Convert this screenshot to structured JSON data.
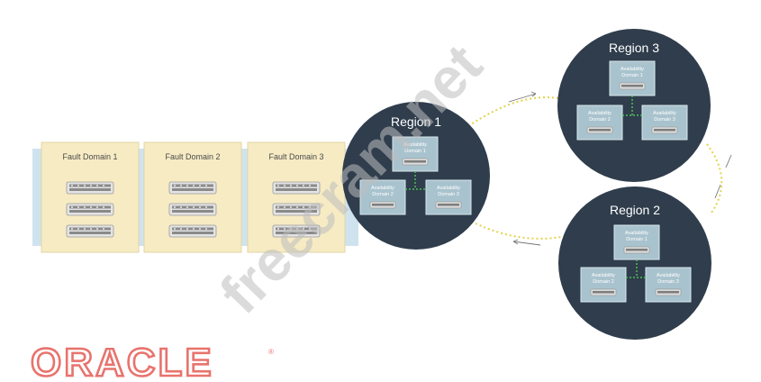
{
  "fault_domains": [
    {
      "label": "Fault Domain 1"
    },
    {
      "label": "Fault Domain 2"
    },
    {
      "label": "Fault Domain 3"
    }
  ],
  "regions": [
    {
      "name": "Region 1",
      "domains": [
        [
          "Availability",
          "Domain 1"
        ],
        [
          "Availability",
          "Domain 2"
        ],
        [
          "Availability",
          "Domain 3"
        ]
      ]
    },
    {
      "name": "Region 2",
      "domains": [
        [
          "Availability",
          "Domain 1"
        ],
        [
          "Availability",
          "Domain 2"
        ],
        [
          "Availability",
          "Domain 3"
        ]
      ]
    },
    {
      "name": "Region 3",
      "domains": [
        [
          "Availability",
          "Domain 1"
        ],
        [
          "Availability",
          "Domain 2"
        ],
        [
          "Availability",
          "Domain 3"
        ]
      ]
    }
  ],
  "logo": {
    "text": "ORACLE",
    "mark": "®"
  },
  "watermark": {
    "text": "freecram.net"
  },
  "colors": {
    "region_fill": "#2f3d4c",
    "availability_box": "#a9c3ce",
    "fault_domain_fill": "#f7ebc4",
    "link_dots": "#e3d24c",
    "logo": "#e8736d"
  }
}
